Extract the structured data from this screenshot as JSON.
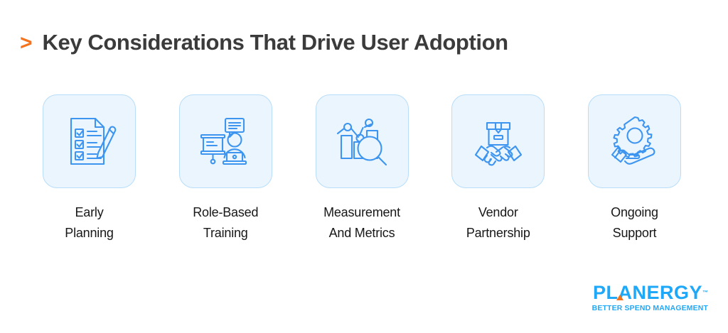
{
  "heading": {
    "bullet": ">",
    "title": "Key Considerations That Drive User Adoption",
    "bullet_color": "#f4731c",
    "title_color": "#3b3b3b"
  },
  "theme": {
    "background": "#ffffff",
    "card_fill": "#eaf5fe",
    "card_border": "#b7ddfa",
    "icon_stroke": "#3d95f0",
    "accent_orange": "#f4731c",
    "brand_blue": "#1fa8f8",
    "label_color": "#171717"
  },
  "cards": [
    {
      "icon": "checklist-document-pencil-icon",
      "label": "Early\nPlanning"
    },
    {
      "icon": "presentation-training-person-icon",
      "label": "Role-Based\nTraining"
    },
    {
      "icon": "bar-chart-magnifier-icon",
      "label": "Measurement\nAnd Metrics"
    },
    {
      "icon": "handshake-package-icon",
      "label": "Vendor\nPartnership"
    },
    {
      "icon": "gear-on-hand-icon",
      "label": "Ongoing\nSupport"
    }
  ],
  "logo": {
    "wordmark": "PLANERGY",
    "trademark": "™",
    "tagline": "BETTER SPEND MANAGEMENT"
  }
}
